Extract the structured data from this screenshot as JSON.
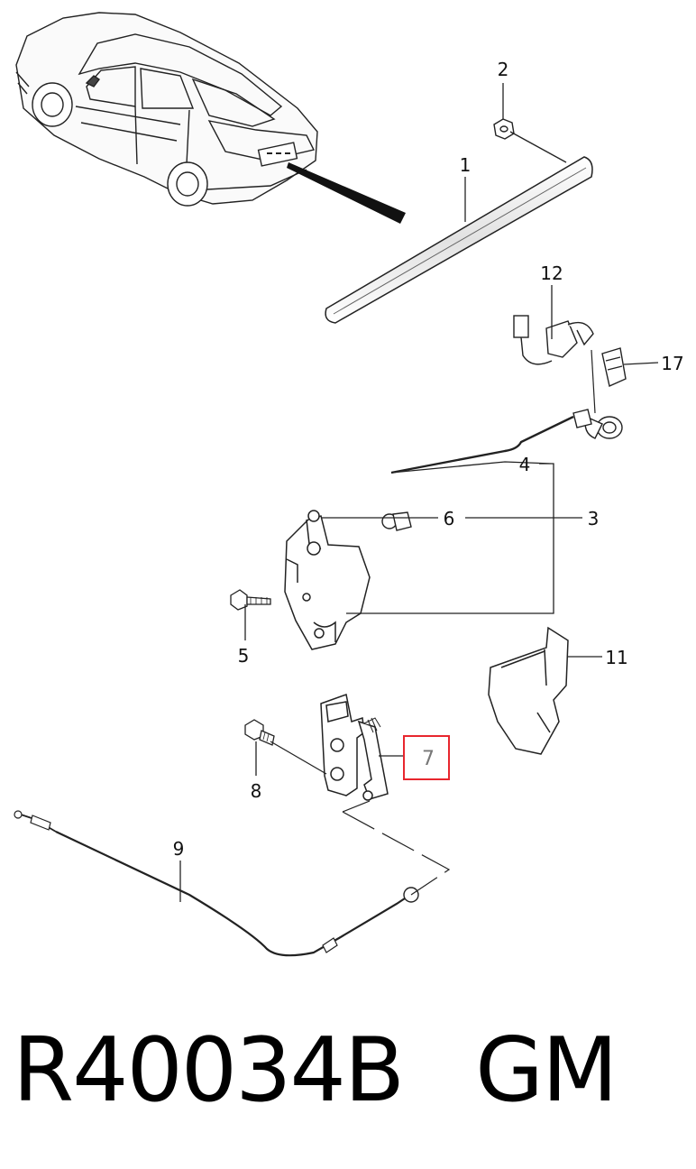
{
  "callouts": {
    "c1": "1",
    "c2": "2",
    "c3": "3",
    "c4": "4",
    "c5": "5",
    "c6": "6",
    "c7": "7",
    "c8": "8",
    "c9": "9",
    "c11": "11",
    "c12": "12",
    "c17": "17"
  },
  "highlighted_callout": "7",
  "highlight_color": "#e8262e",
  "footer": {
    "part_number": "R40034B",
    "brand": "GM"
  }
}
